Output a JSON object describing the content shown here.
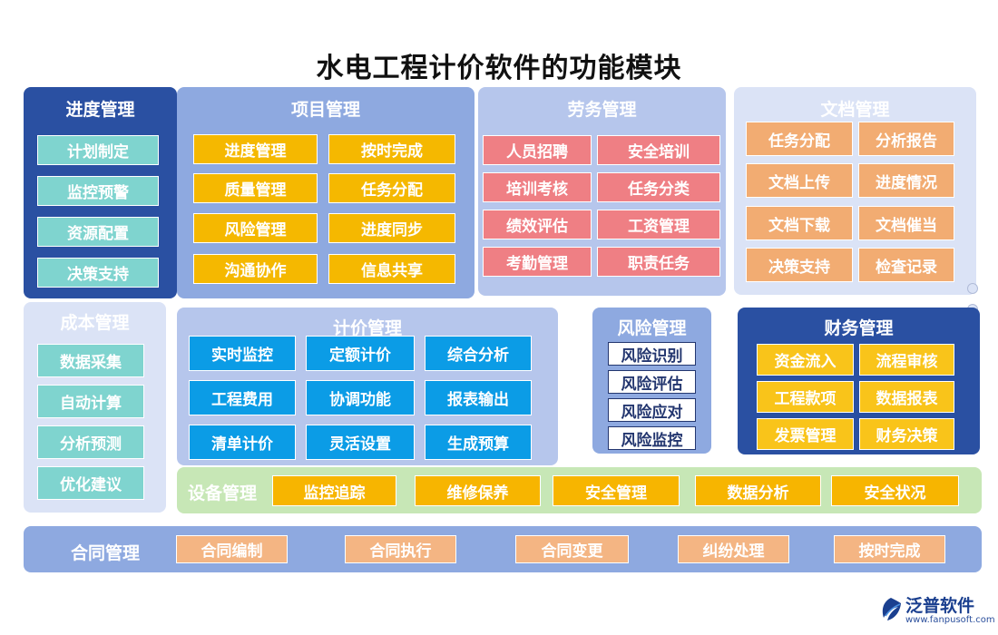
{
  "title": "水电工程计价软件的功能模块",
  "progress": {
    "title": "进度管理",
    "items": [
      "计划制定",
      "监控预警",
      "资源配置",
      "决策支持"
    ]
  },
  "project": {
    "title": "项目管理",
    "items": [
      "进度管理",
      "按时完成",
      "质量管理",
      "任务分配",
      "风险管理",
      "进度同步",
      "沟通协作",
      "信息共享"
    ]
  },
  "labor": {
    "title": "劳务管理",
    "items": [
      "人员招聘",
      "安全培训",
      "培训考核",
      "任务分类",
      "绩效评估",
      "工资管理",
      "考勤管理",
      "职责任务"
    ]
  },
  "docs": {
    "title": "文档管理",
    "items": [
      "任务分配",
      "分析报告",
      "文档上传",
      "进度情况",
      "文档下载",
      "文档催当",
      "决策支持",
      "检查记录"
    ]
  },
  "cost": {
    "title": "成本管理",
    "items": [
      "数据采集",
      "自动计算",
      "分析预测",
      "优化建议"
    ]
  },
  "pricing": {
    "title": "计价管理",
    "items": [
      "实时监控",
      "定额计价",
      "综合分析",
      "工程费用",
      "协调功能",
      "报表输出",
      "清单计价",
      "灵活设置",
      "生成预算"
    ]
  },
  "risk": {
    "title": "风险管理",
    "items": [
      "风险识别",
      "风险评估",
      "风险应对",
      "风险监控"
    ]
  },
  "finance": {
    "title": "财务管理",
    "items": [
      "资金流入",
      "流程审核",
      "工程款项",
      "数据报表",
      "发票管理",
      "财务决策"
    ]
  },
  "equipment": {
    "title": "设备管理",
    "items": [
      "监控追踪",
      "维修保养",
      "安全管理",
      "数据分析",
      "安全状况"
    ]
  },
  "contract": {
    "title": "合同管理",
    "items": [
      "合同编制",
      "合同执行",
      "合同变更",
      "纠纷处理",
      "按时完成"
    ]
  },
  "logo": {
    "name": "泛普软件",
    "url": "www.fanpusoft.com"
  }
}
